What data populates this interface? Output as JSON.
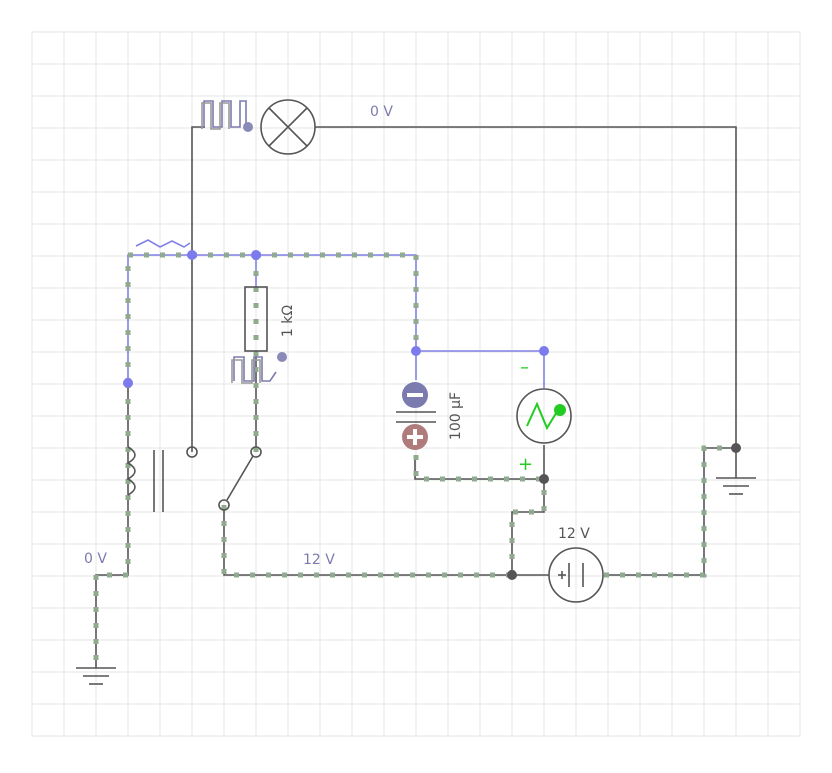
{
  "canvas": {
    "background": "#ffffff",
    "grid_color": "#e4e4e4"
  },
  "labels": {
    "lamp_voltage": "0 V",
    "resistor": "1 kΩ",
    "capacitor": "100 µF",
    "battery_voltage": "12 V",
    "bottom_wire_voltage": "12 V",
    "ground_left_voltage": "0 V"
  },
  "ac_source": {
    "minus": "–",
    "plus": "+"
  },
  "colors": {
    "wire_dark": "#555555",
    "wire_blue": "#8080e6",
    "current_dots": "#8faa8f",
    "node_blue": "#7b7bee",
    "ac_source_green": "#22cc22",
    "cap_negative": "#7b7bb0",
    "cap_positive": "#b07b7b"
  },
  "components": [
    "square-wave-generator-icon",
    "lamp-icon",
    "ground-icon",
    "fuse-icon",
    "resistor-icon",
    "relay-coil-icon",
    "spdt-switch-icon",
    "electrolytic-capacitor-icon",
    "ac-source-icon",
    "battery-icon"
  ]
}
